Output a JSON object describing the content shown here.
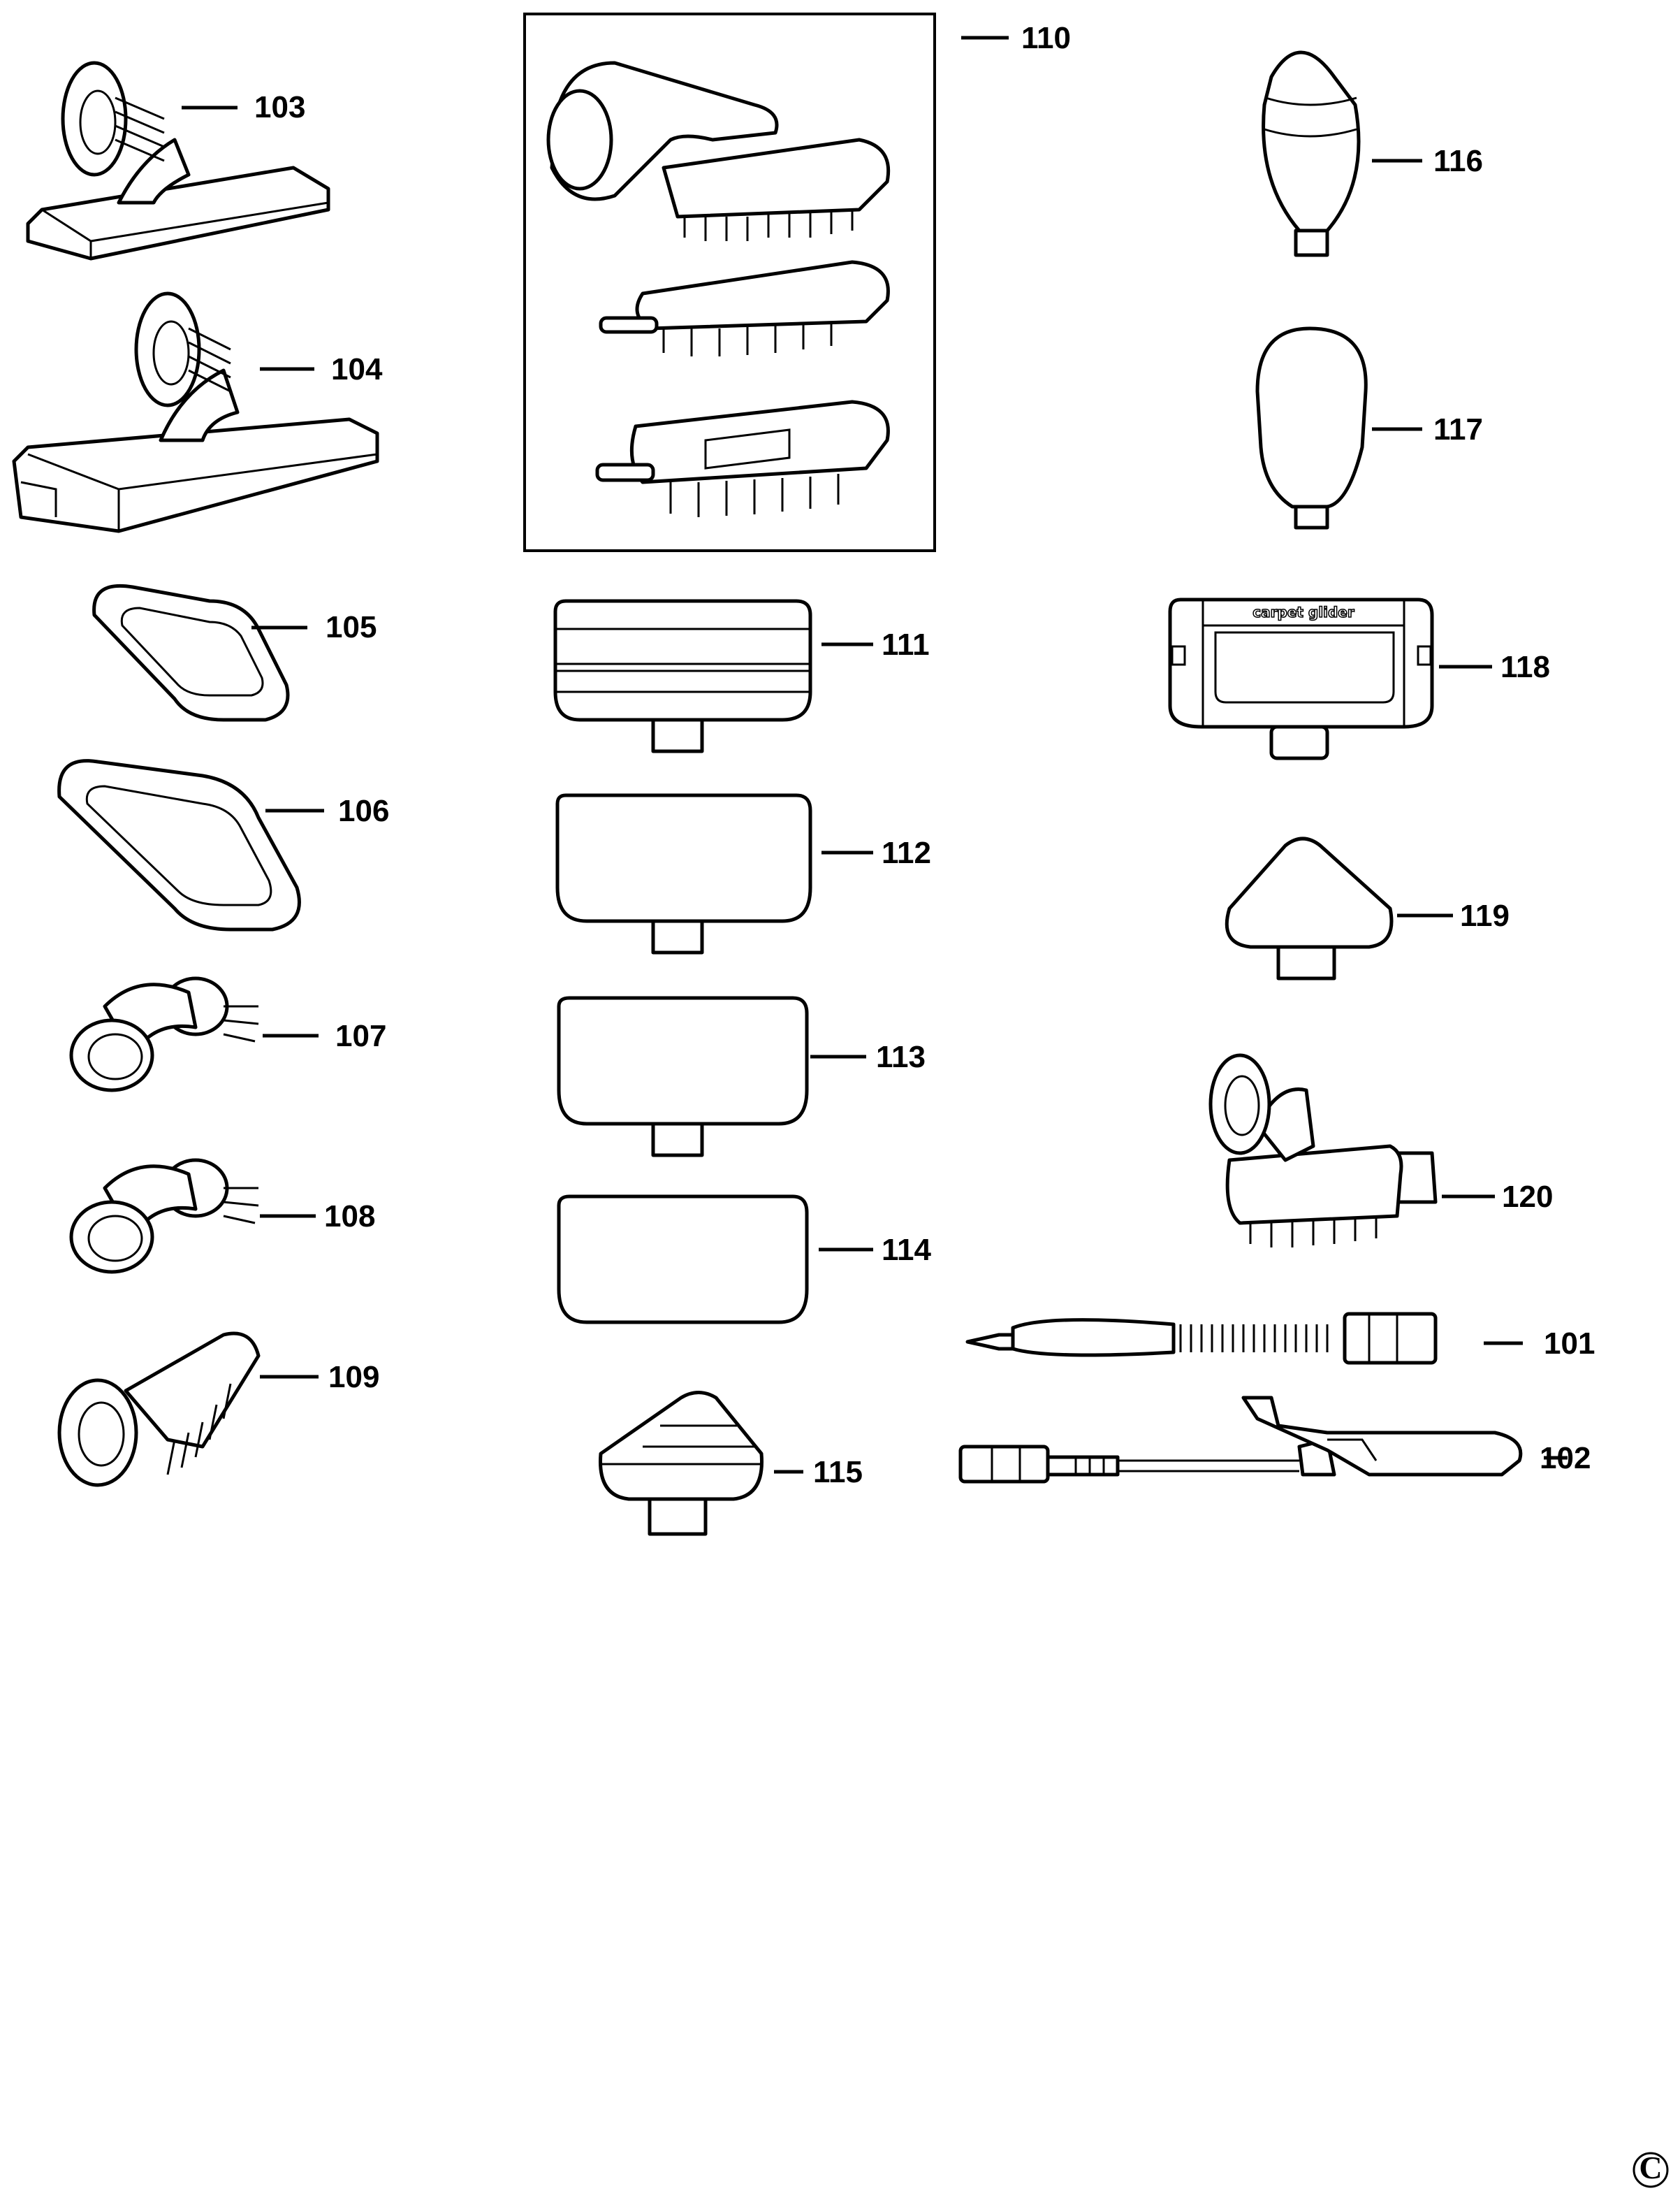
{
  "diagram": {
    "parts": [
      {
        "id": "101",
        "label": "101"
      },
      {
        "id": "102",
        "label": "102"
      },
      {
        "id": "103",
        "label": "103"
      },
      {
        "id": "104",
        "label": "104"
      },
      {
        "id": "105",
        "label": "105"
      },
      {
        "id": "106",
        "label": "106"
      },
      {
        "id": "107",
        "label": "107"
      },
      {
        "id": "108",
        "label": "108"
      },
      {
        "id": "109",
        "label": "109"
      },
      {
        "id": "110",
        "label": "110"
      },
      {
        "id": "111",
        "label": "111"
      },
      {
        "id": "112",
        "label": "112"
      },
      {
        "id": "113",
        "label": "113"
      },
      {
        "id": "114",
        "label": "114"
      },
      {
        "id": "115",
        "label": "115"
      },
      {
        "id": "116",
        "label": "116"
      },
      {
        "id": "117",
        "label": "117"
      },
      {
        "id": "118",
        "label": "118"
      },
      {
        "id": "119",
        "label": "119"
      },
      {
        "id": "120",
        "label": "120"
      }
    ],
    "part_118_brand_text": "carpet glider",
    "copyright_symbol": "©"
  }
}
